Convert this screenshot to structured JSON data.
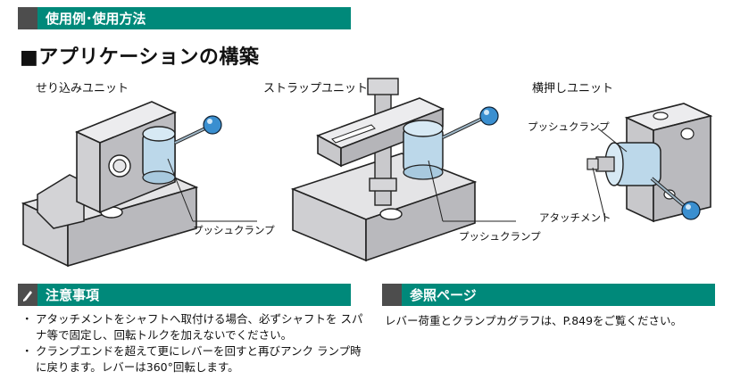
{
  "header": {
    "label": "使用例･使用方法"
  },
  "title": "■アプリケーションの構築",
  "figures": [
    {
      "caption": "せり込みユニット",
      "callout": "プッシュクランプ"
    },
    {
      "caption": "ストラップユニット",
      "callout": "プッシュクランプ"
    },
    {
      "caption": "横押しユニット",
      "callouts": [
        "プッシュクランプ",
        "アタッチメント"
      ]
    }
  ],
  "notes": {
    "label": "注意事項",
    "items": [
      "アタッチメントをシャフトへ取付ける場合、必ずシャフトを スパナ等で固定し、回転トルクを加えないでください。",
      "クランプエンドを超えて更にレバーを回すと再びアンク ランプ時に戻ります。レバーは360°回転します。"
    ]
  },
  "reference": {
    "label": "参照ページ",
    "text": "レバー荷重とクランプカグラフは、P.849をご覧ください。"
  },
  "colors": {
    "teal": "#00897a",
    "dark": "#4d4d4d",
    "block": "#d7d7d9",
    "clamp": "#bcd8ea",
    "ball": "#3a8fd0"
  }
}
